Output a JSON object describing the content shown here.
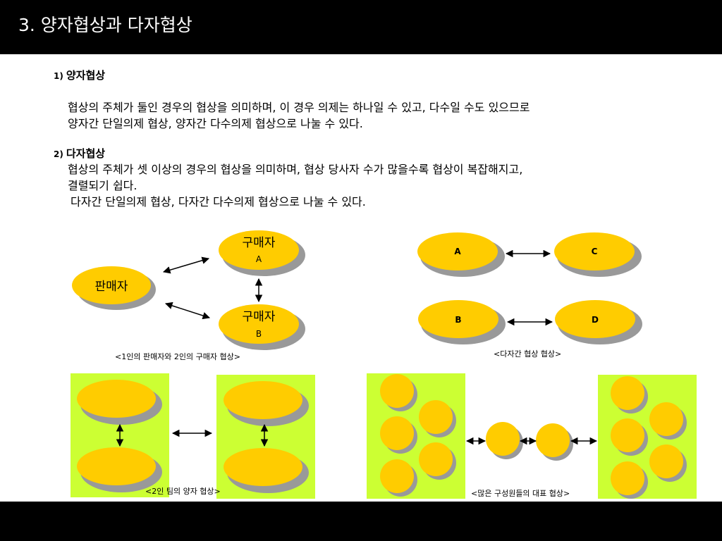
{
  "title": "3. 양자협상과 다자협상",
  "section1": {
    "num": "1)",
    "heading": "양자협상",
    "lines": [
      "협상의 주체가 둘인 경우의 협상을 의미하며, 이 경우 의제는 하나일 수 있고, 다수일 수도 있으므로",
      "양자간 단일의제 협상, 양자간 다수의제 협상으로 나눌 수 있다."
    ]
  },
  "section2": {
    "num": "2)",
    "heading": "다자협상",
    "lines": [
      "협상의 주체가 셋 이상의 경우의 협상을 의미하며, 협상 당사자 수가 많을수록 협상이 복잡해지고,",
      "결렬되기 쉽다.",
      "다자간 단일의제 협상, 다자간 다수의제 협상으로 나눌 수 있다."
    ]
  },
  "diagram1": {
    "seller": "판매자",
    "buyerA_line1": "구매자",
    "buyerA_line2": "A",
    "buyerB_line1": "구매자",
    "buyerB_line2": "B",
    "caption": "<1인의 판매자와 2인의 구매자 협상>"
  },
  "diagram2": {
    "a": "A",
    "b": "B",
    "c": "C",
    "d": "D",
    "caption": "<다자간 협상 협상>"
  },
  "diagram3": {
    "caption": "<2인 팀의 양자 협상>"
  },
  "diagram4": {
    "caption": "<많은 구성원들의 대표 협상>"
  },
  "colors": {
    "ellipse": "#ffcc00",
    "shadow": "#999999",
    "team_box": "#ccff33",
    "bar": "#000000"
  }
}
